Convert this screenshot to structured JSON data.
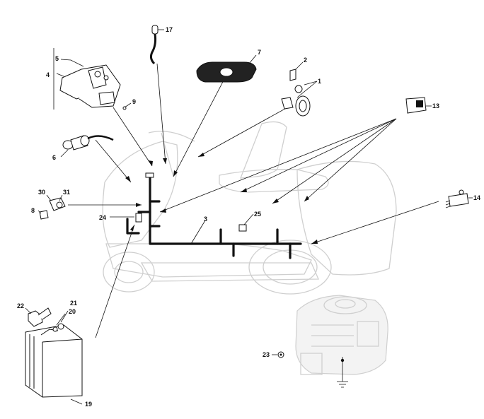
{
  "callouts": {
    "c1": "1",
    "c2": "2",
    "c3": "3",
    "c4": "4",
    "c5": "5",
    "c6": "6",
    "c7": "7",
    "c8": "8",
    "c9": "9",
    "c13": "13",
    "c14": "14",
    "c17": "17",
    "c19": "19",
    "c20": "20",
    "c21": "21",
    "c22": "22",
    "c23": "23",
    "c24": "24",
    "c25": "25",
    "c30": "30",
    "c31": "31"
  },
  "colors": {
    "line": "#111111",
    "ghost": "#cfcfcf",
    "background": "#ffffff"
  }
}
